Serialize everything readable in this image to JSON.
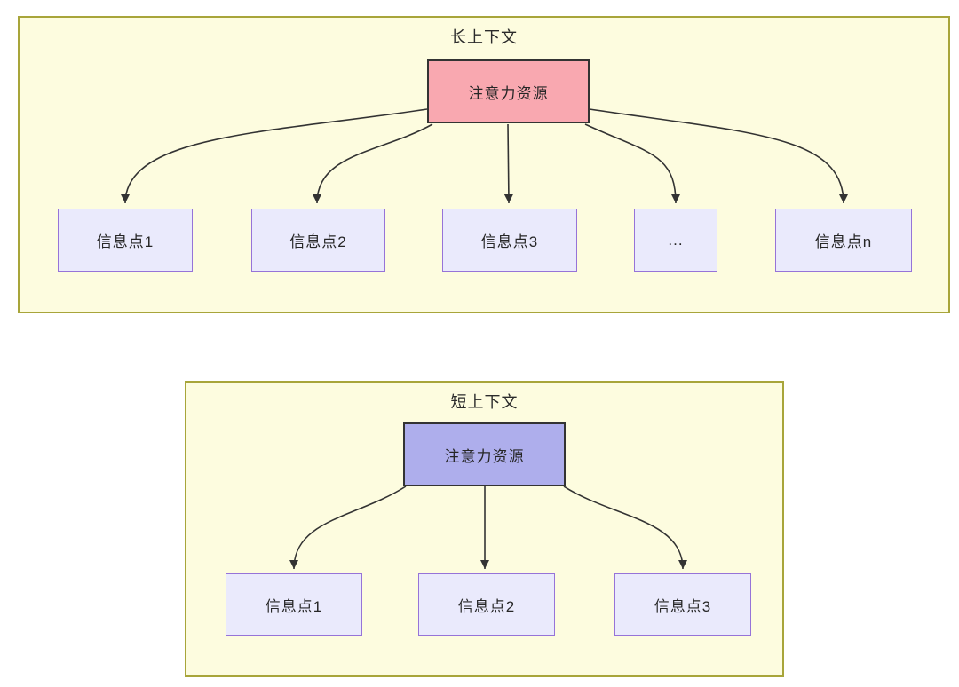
{
  "top": {
    "title": "长上下文",
    "attention_label": "注意力资源",
    "nodes": [
      {
        "label": "信息点1"
      },
      {
        "label": "信息点2"
      },
      {
        "label": "信息点3"
      },
      {
        "label": "..."
      },
      {
        "label": "信息点n"
      }
    ]
  },
  "bottom": {
    "title": "短上下文",
    "attention_label": "注意力资源",
    "nodes": [
      {
        "label": "信息点1"
      },
      {
        "label": "信息点2"
      },
      {
        "label": "信息点3"
      }
    ]
  },
  "colors": {
    "panel_fill": "#fdfcdf",
    "panel_border": "#a8a53a",
    "attention_long_fill": "#f9a8b0",
    "attention_short_fill": "#aeaeec",
    "info_node_fill": "#eaeafc",
    "info_node_border": "#9673d8",
    "attention_border": "#333333",
    "arrow": "#333333",
    "text": "#262626"
  }
}
